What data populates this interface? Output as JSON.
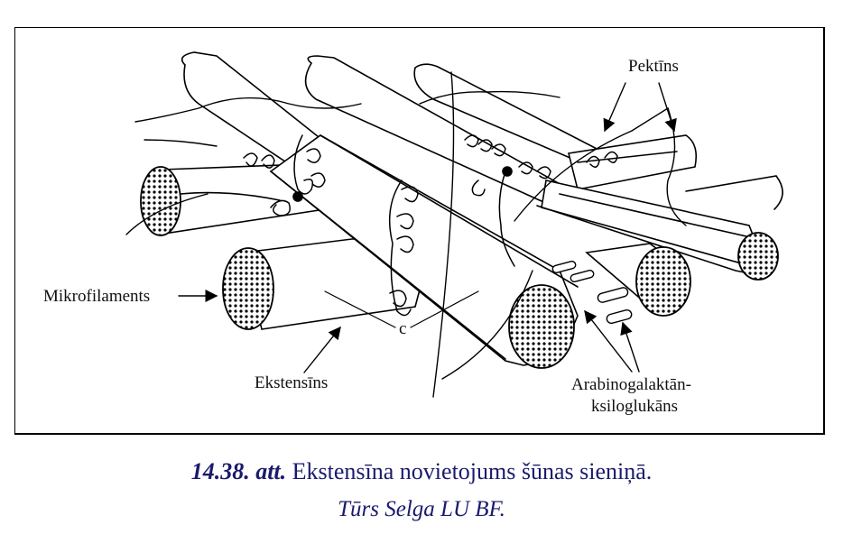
{
  "figure": {
    "labels": {
      "pectin": "Pektīns",
      "microfilaments": "Mikrofilaments",
      "extensin": "Ekstensīns",
      "c": "c",
      "arabinogalactan_line1": "Arabinogalaktān-",
      "arabinogalactan_line2": "ksiloglukāns"
    }
  },
  "caption": {
    "number": "14.38. att.",
    "text": " Ekstensīna novietojums šūnas sieniņā.",
    "credit": "Tūrs Selga LU BF."
  },
  "colors": {
    "caption": "#1a1a6e",
    "lines": "#000000"
  }
}
